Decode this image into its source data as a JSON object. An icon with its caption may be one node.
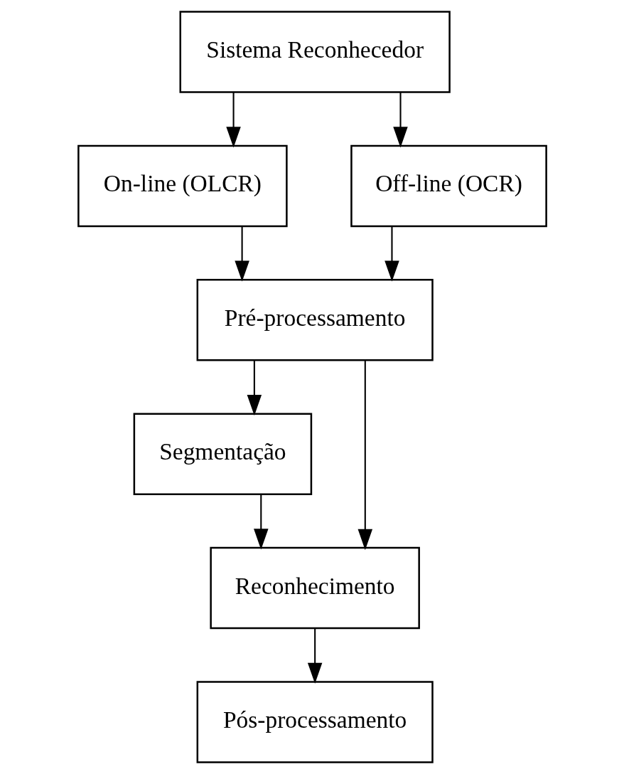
{
  "diagram": {
    "nodes": [
      {
        "text": [
          "Sistema Reconhecedor"
        ]
      },
      {
        "text": [
          "On-line (OLCR)"
        ]
      },
      {
        "text": [
          "Off-line (OCR)"
        ]
      },
      {
        "text": [
          "Pré-processamento"
        ]
      },
      {
        "text": [
          "Segmentação"
        ]
      },
      {
        "text": [
          "Reconhecimento"
        ]
      },
      {
        "text": [
          "Pós-processamento"
        ]
      }
    ],
    "edges": [
      {
        "from": 0,
        "to": 1,
        "arrow": "to"
      },
      {
        "from": 0,
        "to": 2,
        "arrow": "to"
      },
      {
        "from": 1,
        "to": 3,
        "arrow": "to"
      },
      {
        "from": 2,
        "to": 3,
        "arrow": "to"
      },
      {
        "from": 3,
        "to": 4,
        "arrow": "to"
      },
      {
        "from": 3,
        "to": 5,
        "arrow": "to"
      },
      {
        "from": 4,
        "to": 5,
        "arrow": "to"
      },
      {
        "from": 5,
        "to": 6,
        "arrow": "to"
      }
    ]
  }
}
